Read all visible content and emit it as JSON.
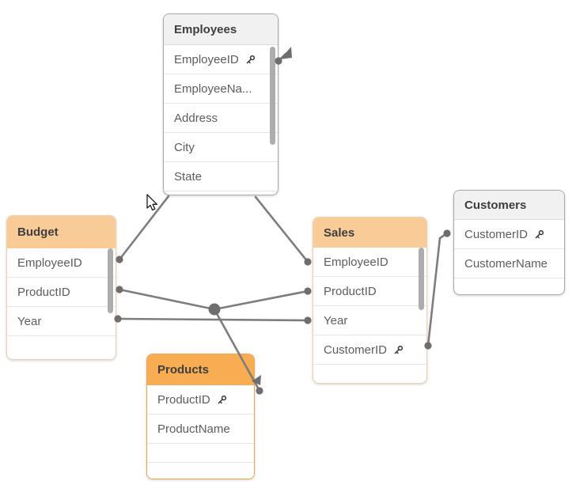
{
  "colors": {
    "background": "#ffffff",
    "header_gray": "#f1f1f1",
    "header_orange_light": "#f9cc97",
    "header_orange_strong": "#f8ad52",
    "connector_line": "#7d7d7d",
    "connector_dot": "#6e6e6e",
    "row_text": "#5c5c5c"
  },
  "tables": [
    {
      "name": "Employees",
      "style": "gray",
      "has_scrollbar": true,
      "fields": [
        {
          "label": "EmployeeID",
          "key": true
        },
        {
          "label": "EmployeeNa...",
          "key": false
        },
        {
          "label": "Address",
          "key": false
        },
        {
          "label": "City",
          "key": false
        },
        {
          "label": "State",
          "key": false
        }
      ]
    },
    {
      "name": "Budget",
      "style": "orange-light",
      "has_scrollbar": true,
      "fields": [
        {
          "label": "EmployeeID",
          "key": false
        },
        {
          "label": "ProductID",
          "key": false
        },
        {
          "label": "Year",
          "key": false
        }
      ]
    },
    {
      "name": "Sales",
      "style": "orange-light",
      "has_scrollbar": true,
      "fields": [
        {
          "label": "EmployeeID",
          "key": false
        },
        {
          "label": "ProductID",
          "key": false
        },
        {
          "label": "Year",
          "key": false
        },
        {
          "label": "CustomerID",
          "key": true
        }
      ]
    },
    {
      "name": "Customers",
      "style": "gray",
      "has_scrollbar": false,
      "fields": [
        {
          "label": "CustomerID",
          "key": true
        },
        {
          "label": "CustomerName",
          "key": false
        }
      ]
    },
    {
      "name": "Products",
      "style": "orange-strong",
      "has_scrollbar": false,
      "fields": [
        {
          "label": "ProductID",
          "key": true
        },
        {
          "label": "ProductName",
          "key": false
        }
      ]
    }
  ],
  "connectors": [
    {
      "from": "Employees.EmployeeID",
      "to": "Budget.EmployeeID"
    },
    {
      "from": "Employees.EmployeeID",
      "to": "Sales.EmployeeID"
    },
    {
      "from": "Budget.ProductID",
      "to": "Products.ProductID"
    },
    {
      "from": "Sales.ProductID",
      "to": "Products.ProductID"
    },
    {
      "from": "Budget.Year",
      "to": "Sales.Year"
    },
    {
      "from": "Sales.CustomerID",
      "to": "Customers.CustomerID"
    }
  ]
}
